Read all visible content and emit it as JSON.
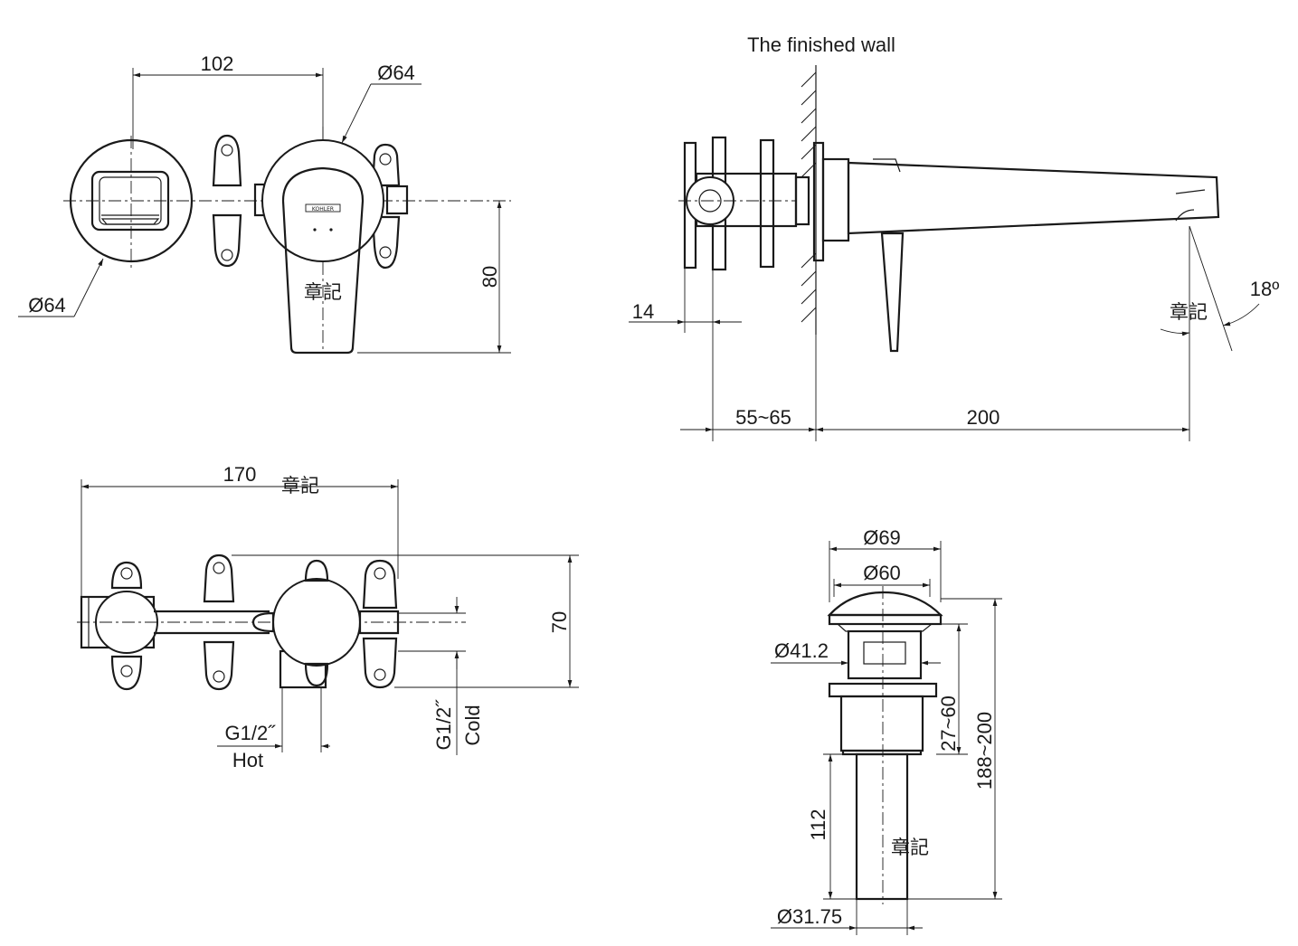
{
  "colors": {
    "line": "#1a1a1a",
    "background": "#ffffff"
  },
  "front_view": {
    "width_dim": "102",
    "right_dia": "Ø64",
    "left_dia": "Ø64",
    "height_dim": "80",
    "brand_badge": "KOHLER"
  },
  "side_view": {
    "wall_label": "The finished wall",
    "dim_14": "14",
    "dim_depth": "55~65",
    "dim_spout": "200",
    "angle": "18º"
  },
  "valve_view": {
    "width_dim": "170",
    "height_dim": "70",
    "hot_size": "G1/2˝",
    "hot_label": "Hot",
    "cold_size": "G1/2˝",
    "cold_label": "Cold"
  },
  "drain_view": {
    "dia_69": "Ø69",
    "dia_60": "Ø60",
    "dia_41": "Ø41.2",
    "dim_27_60": "27~60",
    "dim_188_200": "188~200",
    "dim_112": "112",
    "dia_31": "Ø31.75"
  },
  "watermarks": [
    "章記",
    "章記",
    "章記",
    "章記"
  ]
}
